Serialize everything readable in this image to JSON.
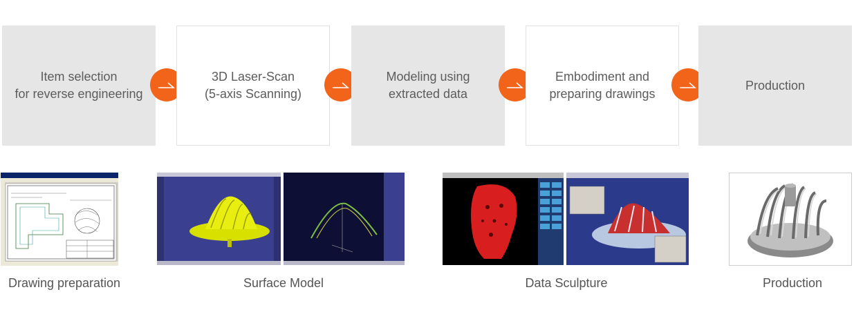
{
  "colors": {
    "accent": "#f26419",
    "step_gray": "#e6e6e6",
    "text": "#5c5c5c"
  },
  "steps": [
    {
      "label": "Item selection\nfor reverse engineering"
    },
    {
      "label": "3D Laser-Scan\n(5-axis Scanning)"
    },
    {
      "label": "Modeling using\nextracted data"
    },
    {
      "label": "Embodiment and\npreparing drawings"
    },
    {
      "label": "Production"
    }
  ],
  "arrow_icon": "arrow-right-icon",
  "captions": {
    "drawing": "Drawing preparation",
    "surface": "Surface Model",
    "sculpture": "Data Sculpture",
    "production": "Production"
  }
}
